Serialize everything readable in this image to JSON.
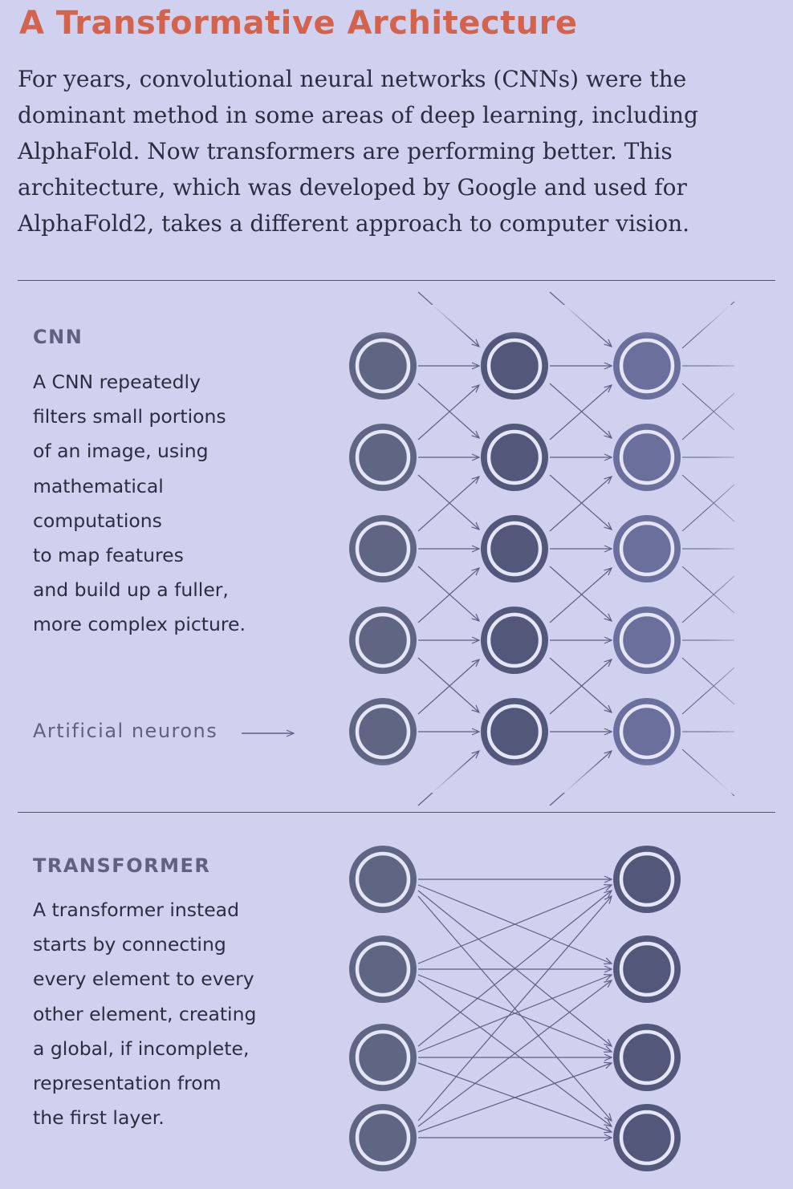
{
  "title": "A Transformative Architecture",
  "intro": "For years, convolutional neural networks (CNNs) were the dominant method in some areas of deep learning, including AlphaFold. Now transformers are performing better. This architecture, which was developed by Google and used for AlphaFold2, takes a different approach to computer vision.",
  "cnn": {
    "label": "CNN",
    "description_lines": [
      "A CNN repeatedly",
      "filters small portions",
      "of an image, using",
      "mathematical",
      "computations",
      "to map features",
      "and build up a fuller,",
      "more complex picture."
    ],
    "neurons_label": "Artificial neurons",
    "layers": 3,
    "neurons_per_layer": 5
  },
  "transformer": {
    "label": "TRANSFORMER",
    "description_lines": [
      "A transformer instead",
      "starts by connecting",
      "every element to every",
      "other element, creating",
      "a global, if incomplete,",
      "representation from",
      "the first layer."
    ],
    "layers": 2,
    "neurons_per_layer": 4
  },
  "colors": {
    "background": "#cfd1ef",
    "title": "#d4634e",
    "text": "#2c2d42",
    "label": "#5e6180",
    "neuron_layer1": "#606583",
    "neuron_layer2": "#535779",
    "neuron_layer3": "#6a6f9c",
    "neuron_ring": "#e4e5f6",
    "connection": "#5d6084"
  }
}
